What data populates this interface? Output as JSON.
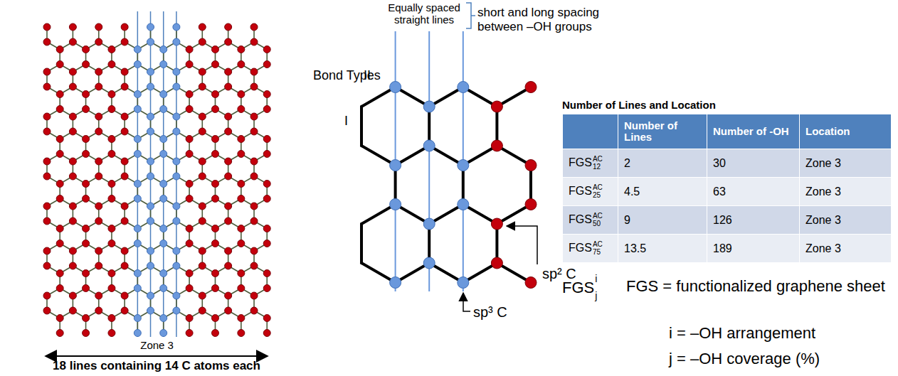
{
  "diagram": {
    "labels": [
      "Zone 3",
      "18 lines containing 14 C atoms each",
      "Equally spaced straight lines",
      "short and long spacing between –OH groups",
      "Bond Types",
      "II",
      "I",
      "sp² C",
      "sp³ C",
      "Number of Lines and Location",
      "Number of Lines",
      "Number of -OH",
      "Location",
      "FGS",
      "AC",
      "12",
      "2",
      "30",
      "Zone 3",
      "FGS",
      "AC",
      "25",
      "4.5",
      "63",
      "Zone 3",
      "FGS",
      "AC",
      "50",
      "9",
      "126",
      "Zone 3",
      "FGS",
      "AC",
      "75",
      "13.5",
      "189",
      "Zone 3",
      "FGS",
      "i",
      "j",
      "FGS = functionalized graphene sheet",
      "i = –OH arrangement",
      "j = –OH coverage (%)"
    ]
  }
}
